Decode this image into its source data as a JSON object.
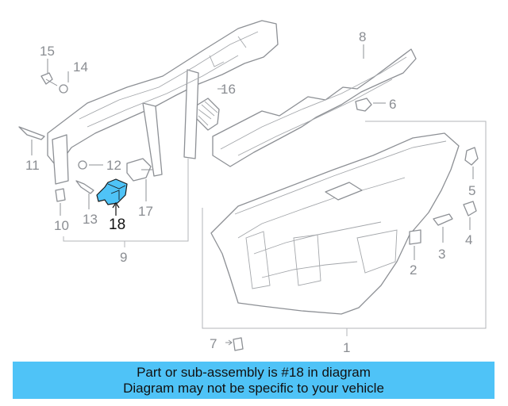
{
  "diagram": {
    "callouts": [
      "1",
      "2",
      "3",
      "4",
      "5",
      "6",
      "7",
      "8",
      "9",
      "10",
      "11",
      "12",
      "13",
      "14",
      "15",
      "16",
      "17",
      "18"
    ],
    "highlighted_part": "18",
    "highlight_color": "#4fc3f7",
    "line_color": "#8d9095"
  },
  "banner": {
    "line1": "Part or sub-assembly is #18 in diagram",
    "line2": "Diagram may not be specific to your vehicle",
    "background": "#4fc3f7"
  }
}
